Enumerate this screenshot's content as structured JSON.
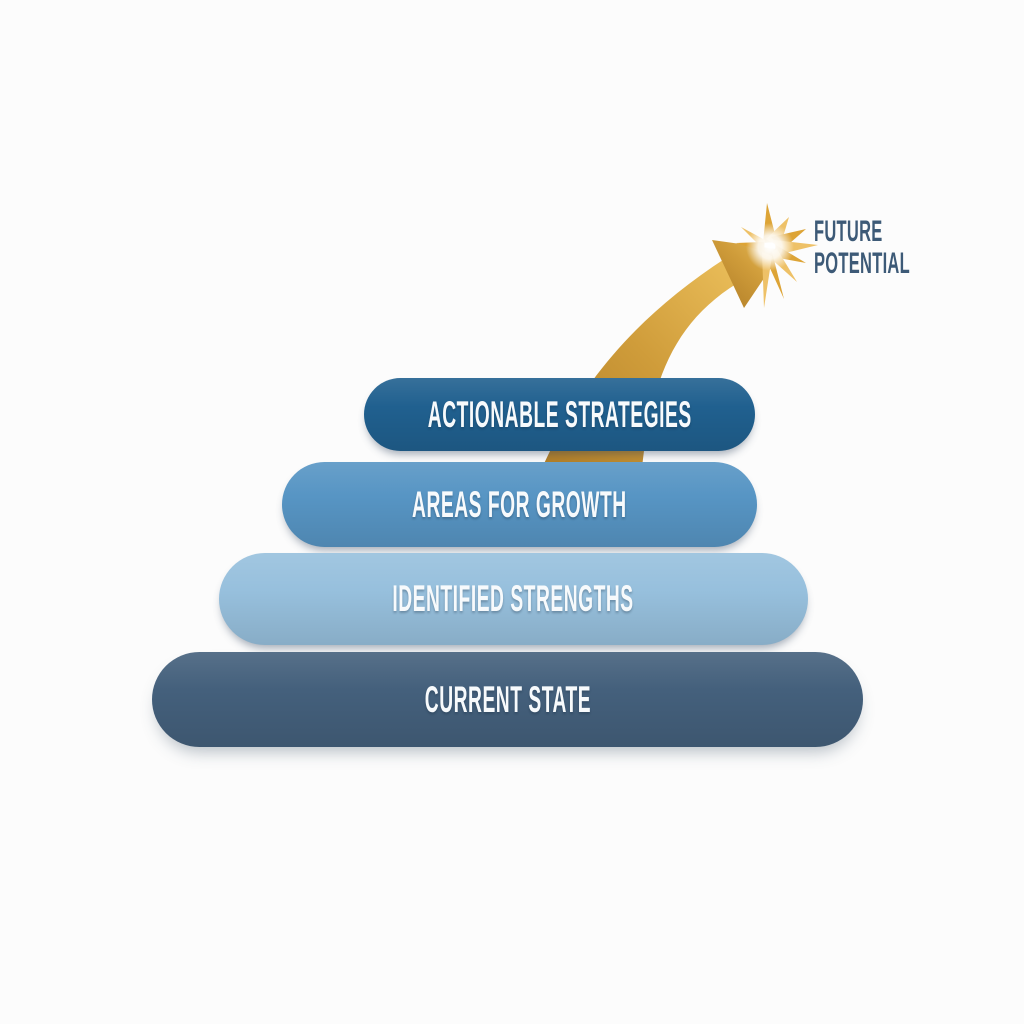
{
  "background_color": "#fcfcfc",
  "pyramid": {
    "levels": [
      {
        "label": "ACTIONABLE STRATEGIES",
        "color": "#20608f",
        "text_color": "#f7fafc"
      },
      {
        "label": "AREAS FOR GROWTH",
        "color": "#5795c4",
        "text_color": "#f7fafc"
      },
      {
        "label": "IDENTIFIED STRENGTHS",
        "color": "#97c0dd",
        "text_color": "#f7fafc"
      },
      {
        "label": "CURRENT STATE",
        "color": "#44607c",
        "text_color": "#f7fafc"
      }
    ]
  },
  "future_potential": {
    "line1": "FUTURE",
    "line2": "POTENTIAL",
    "text_color": "#3d5a77"
  },
  "arrow": {
    "gold_dark": "#ad7a25",
    "gold_mid": "#cf9c3a",
    "gold_light": "#ecc05c"
  },
  "star": {
    "ray_color_a": "#dda436",
    "ray_color_b": "#eec167",
    "glow_color": "#ffffff"
  }
}
